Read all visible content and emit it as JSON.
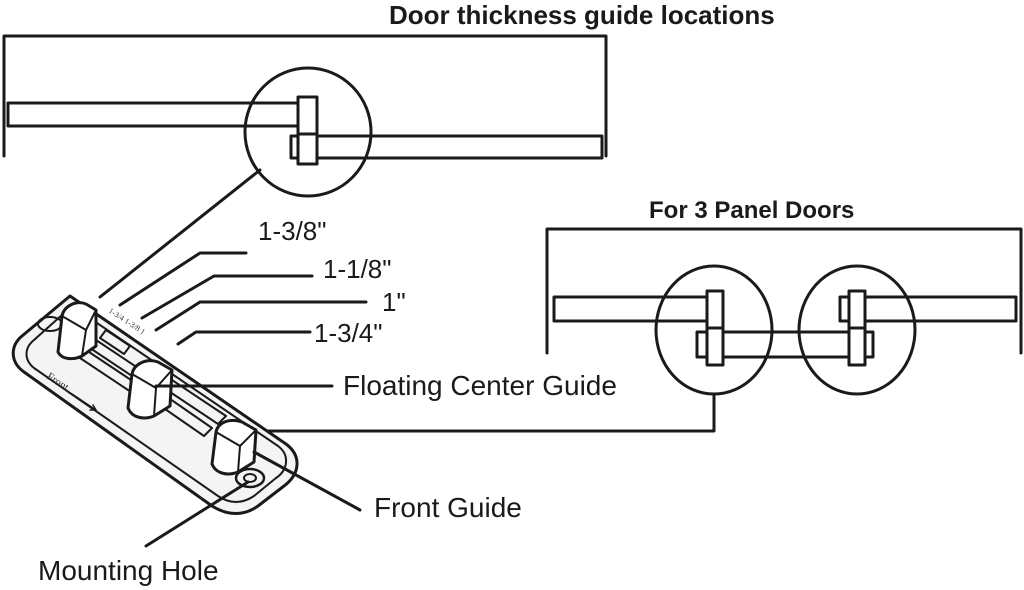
{
  "titles": {
    "door_thickness": "Door thickness guide locations",
    "three_panel": "For 3 Panel Doors"
  },
  "thickness_labels": {
    "t1": "1-3/8\"",
    "t2": "1-1/8\"",
    "t3": "1\"",
    "t4": "1-3/4\""
  },
  "part_labels": {
    "floating_center_guide": "Floating Center Guide",
    "front_guide": "Front Guide",
    "mounting_hole": "Mounting Hole"
  },
  "engraving": {
    "front": "Front",
    "thickness_marks": "1-3/4 1-3/8 1"
  }
}
